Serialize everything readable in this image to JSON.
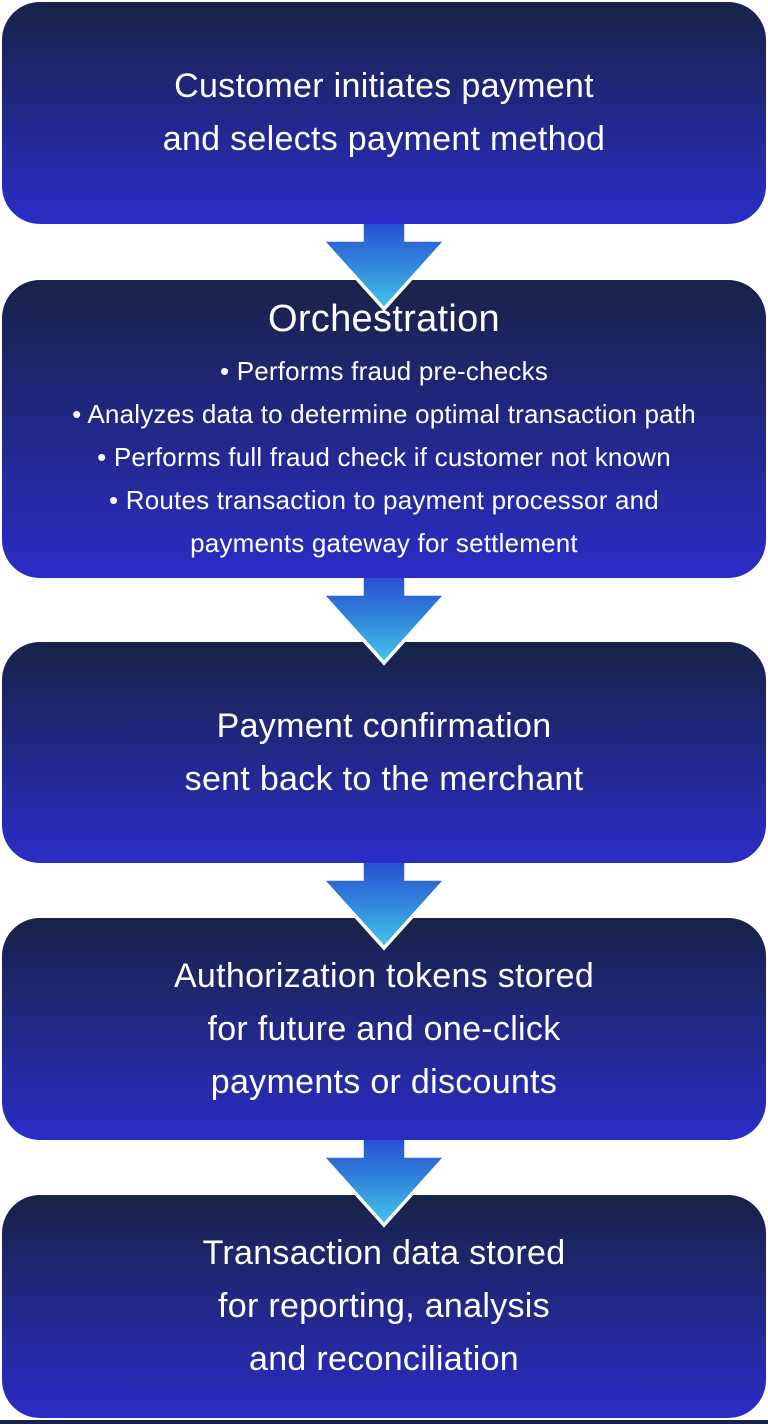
{
  "flow": {
    "steps": [
      {
        "id": "customer-initiates-payment",
        "lines": [
          "Customer initiates payment",
          "and selects payment method"
        ]
      },
      {
        "id": "orchestration",
        "title": "Orchestration",
        "bullets": [
          {
            "lines": [
              "• Performs fraud pre-checks"
            ]
          },
          {
            "lines": [
              "• Analyzes data to determine optimal transaction path"
            ]
          },
          {
            "lines": [
              "• Performs full fraud check if customer not known"
            ]
          },
          {
            "lines": [
              "• Routes transaction to payment processor and",
              "payments gateway for settlement"
            ]
          }
        ]
      },
      {
        "id": "payment-confirmation",
        "lines": [
          "Payment confirmation",
          "sent back to the merchant"
        ]
      },
      {
        "id": "authorization-tokens",
        "lines": [
          "Authorization tokens stored",
          "for future and one-click",
          "payments or discounts"
        ]
      },
      {
        "id": "transaction-data",
        "lines": [
          "Transaction data stored",
          "for reporting, analysis",
          "and reconciliation"
        ]
      }
    ],
    "connector": "down-arrow",
    "colors": {
      "background": "#ffffff",
      "box_gradient_top": "#172347",
      "box_gradient_bottom": "#2b2cc7",
      "arrow_gradient_top": "#2a47d2",
      "arrow_gradient_mid": "#2f85db",
      "arrow_gradient_tip": "#47c6ec",
      "arrow_outline": "#ffffff",
      "text": "#ffffff"
    }
  }
}
